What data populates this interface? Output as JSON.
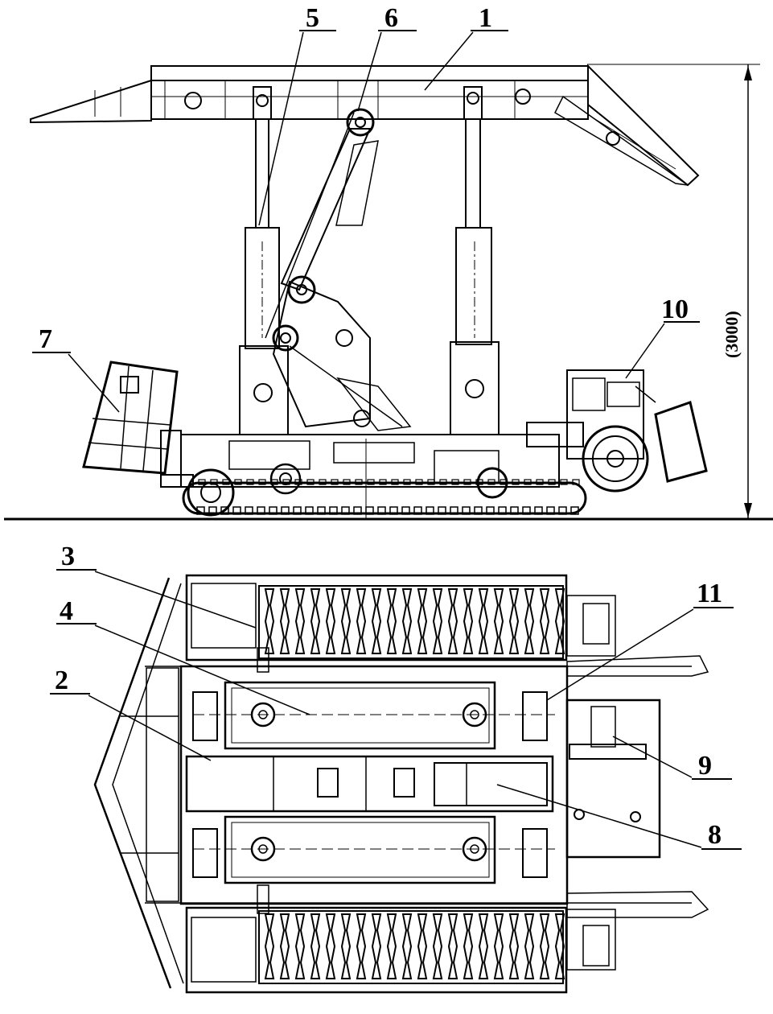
{
  "callouts": [
    {
      "id": "1",
      "text": "1"
    },
    {
      "id": "2",
      "text": "2"
    },
    {
      "id": "3",
      "text": "3"
    },
    {
      "id": "4",
      "text": "4"
    },
    {
      "id": "5",
      "text": "5"
    },
    {
      "id": "6",
      "text": "6"
    },
    {
      "id": "7",
      "text": "7"
    },
    {
      "id": "8",
      "text": "8"
    },
    {
      "id": "9",
      "text": "9"
    },
    {
      "id": "10",
      "text": "10"
    },
    {
      "id": "11",
      "text": "11"
    }
  ],
  "dimension": {
    "text": "(3000)"
  }
}
